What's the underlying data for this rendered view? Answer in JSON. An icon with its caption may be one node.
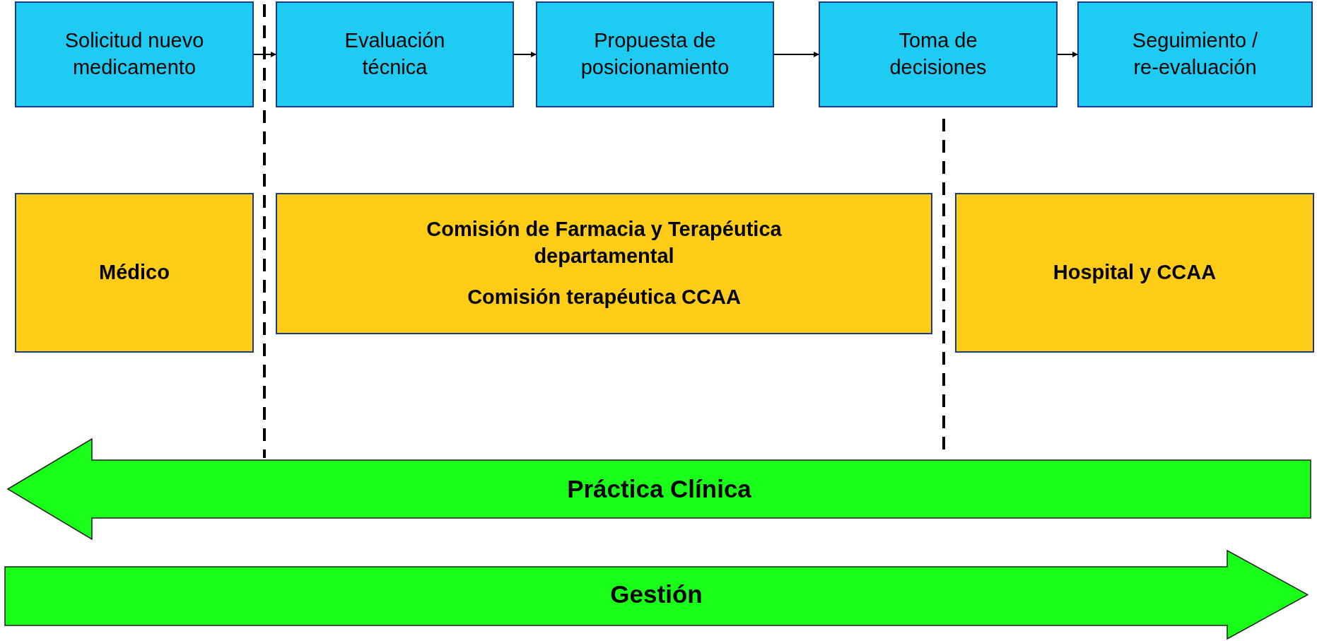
{
  "diagram": {
    "nodes": [
      {
        "text": [
          "Solicitud nuevo medicamento"
        ]
      },
      {
        "text": [
          "Evaluación técnica"
        ]
      },
      {
        "text": [
          "Propuesta de posicionamiento"
        ]
      },
      {
        "text": [
          "Toma de decisiones"
        ]
      },
      {
        "text": [
          "Seguimiento / re-evaluación"
        ]
      },
      {
        "text": [
          "Médico"
        ]
      },
      {
        "text": [
          "Comisión de Farmacia y Terapéutica departamental",
          "Comisión terapéutica CCAA"
        ]
      },
      {
        "text": [
          "Hospital y CCAA"
        ]
      },
      {
        "text": [
          "Práctica Clínica"
        ]
      },
      {
        "text": [
          "Gestión"
        ]
      }
    ],
    "edges": [
      {
        "from": 0,
        "to": 1,
        "arrow": "to"
      },
      {
        "from": 1,
        "to": 2,
        "arrow": "to"
      },
      {
        "from": 2,
        "to": 3,
        "arrow": "to"
      },
      {
        "from": 3,
        "to": 4,
        "arrow": "to"
      }
    ]
  }
}
